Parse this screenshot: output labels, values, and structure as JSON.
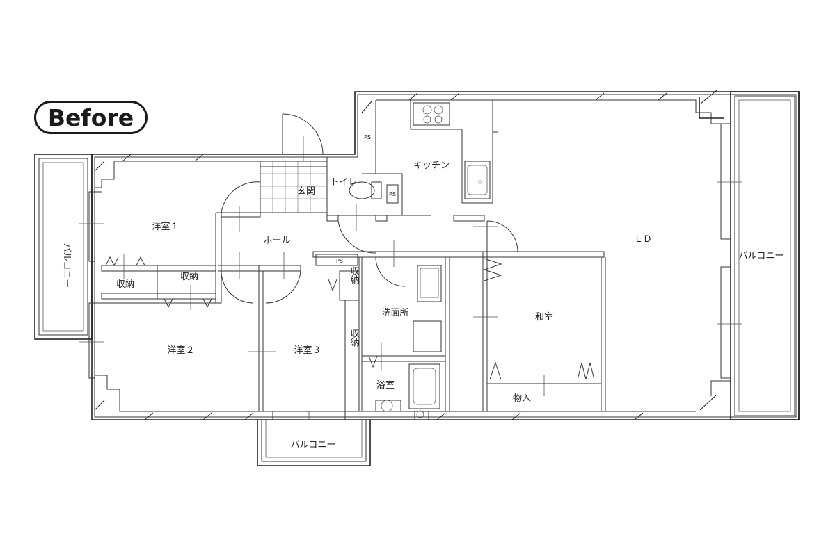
{
  "badge": "Before",
  "rooms": {
    "western1": "洋室１",
    "western2": "洋室２",
    "western3": "洋室３",
    "hall": "ホール",
    "entrance": "玄関",
    "toilet": "トイレ",
    "kitchen": "キッチン",
    "ld": "ＬＤ",
    "japanese": "和室",
    "washroom": "洗面所",
    "bathroom": "浴室",
    "closet_a": "収納",
    "closet_b": "収納",
    "closet_c": "収納",
    "closet_d": "収納",
    "oshiire": "物入",
    "balcony_left": "バルコニー",
    "balcony_right": "バルコニー",
    "balcony_bottom": "バルコニー",
    "ps1": "PS",
    "ps2": "PS",
    "ps3": "PS"
  }
}
